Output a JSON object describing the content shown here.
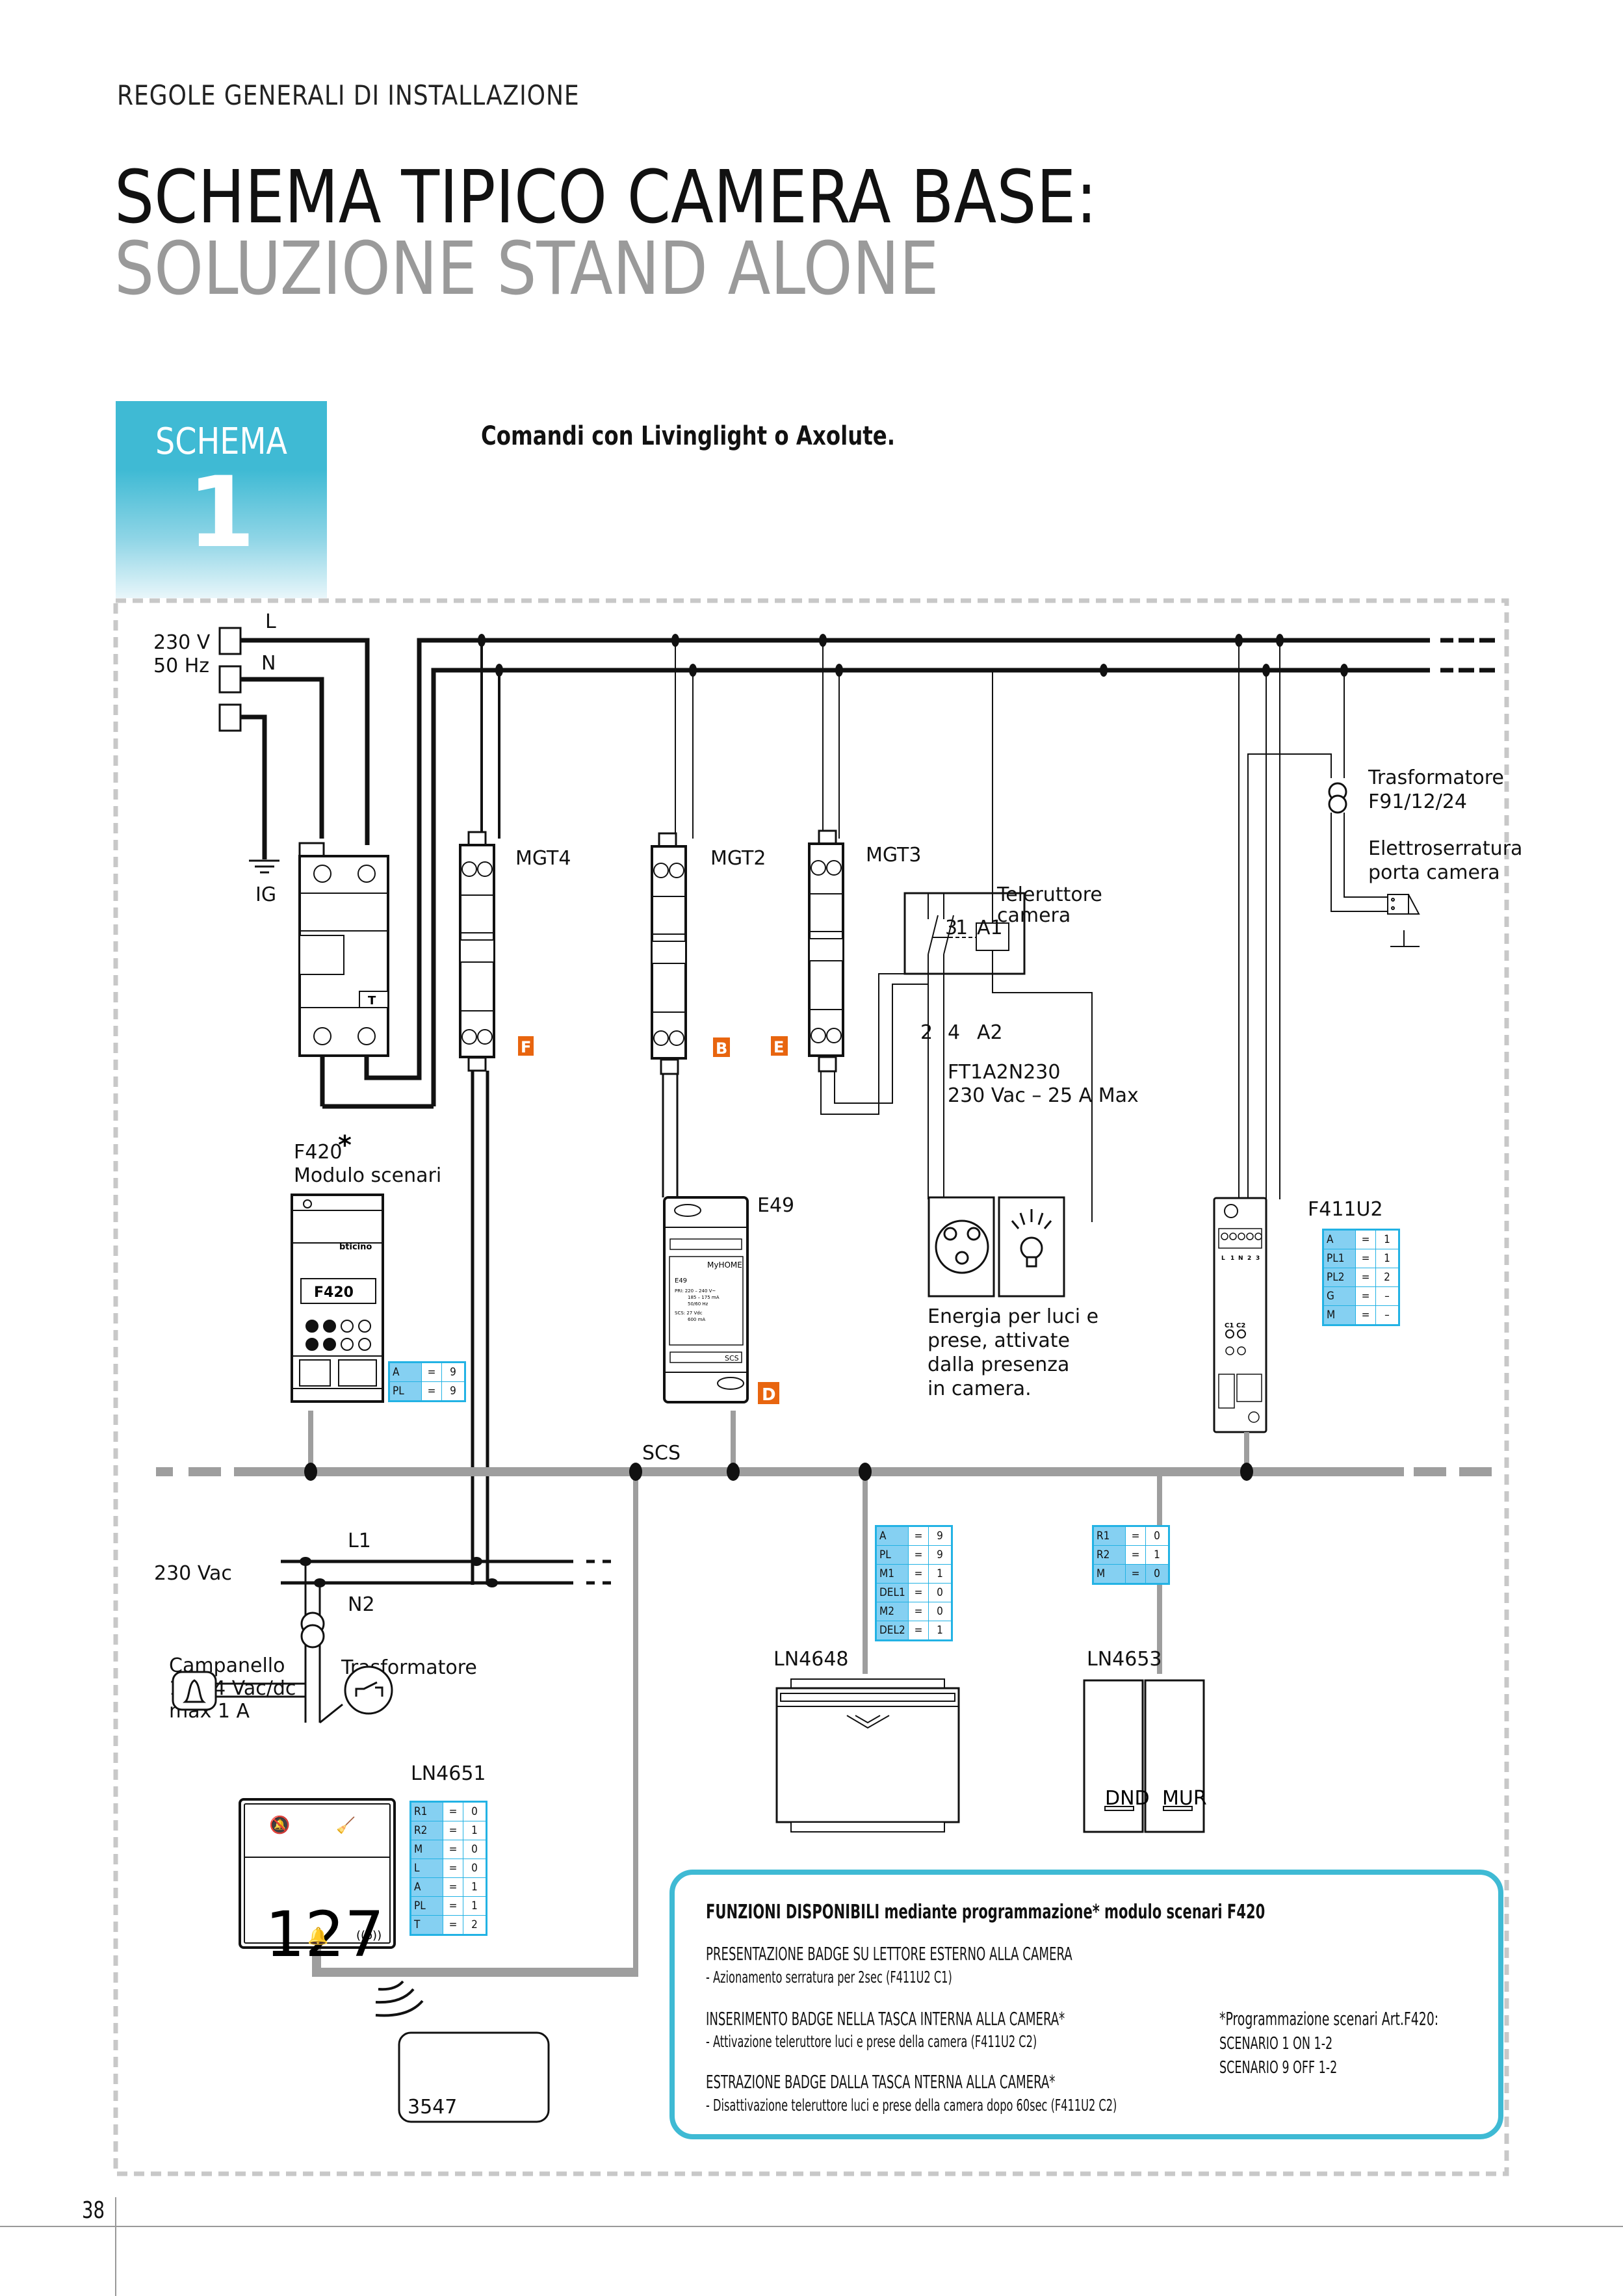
{
  "header": {
    "section": "REGOLE GENERALI DI INSTALLAZIONE",
    "title_line1": "SCHEMA TIPICO CAMERA BASE:",
    "title_line2": "SOLUZIONE STAND ALONE"
  },
  "schema_badge": {
    "word": "SCHEMA",
    "number": "1"
  },
  "subtitle": "Comandi con Livinglight o Axolute.",
  "colors": {
    "accent_cyan": "#3fbad4",
    "param_blue": "#85d0f2",
    "param_border": "#22b2e4",
    "marker_orange": "#e8650f",
    "bus_gray": "#9e9e9e",
    "frame_gray": "#c8c8c8"
  },
  "supply": {
    "voltage": "230 V",
    "frequency": "50 Hz",
    "line_L": "L",
    "line_N": "N",
    "ground_label": "IG"
  },
  "breakers": [
    {
      "id": "MGT4",
      "marker": "F"
    },
    {
      "id": "MGT2",
      "marker": "B"
    },
    {
      "id": "MGT3",
      "marker": "E"
    }
  ],
  "rcd_test_label": "T",
  "contactor": {
    "title_line1": "Teleruttore",
    "title_line2": "camera",
    "terminals": [
      "1",
      "3",
      "A1",
      "2",
      "4",
      "A2"
    ],
    "model": "FT1A2N230",
    "rating": "230 Vac – 25 A Max"
  },
  "lock": {
    "transformer_line1": "Trasformatore",
    "transformer_line2": "F91/12/24",
    "lock_line1": "Elettroserratura",
    "lock_line2": "porta camera"
  },
  "f420": {
    "title": "F420",
    "asterisk": "*",
    "subtitle": "Modulo scenari",
    "front_label": "F420",
    "params": [
      {
        "k": "A",
        "v": "9"
      },
      {
        "k": "PL",
        "v": "9"
      }
    ]
  },
  "e49": {
    "title": "E49",
    "marker": "D",
    "brand": "MyHOME",
    "front_model": "E49",
    "pri_lines": [
      "PRI:  220 – 240 V~",
      "185 –  175 mA",
      "50/60 Hz"
    ],
    "scs_lines": [
      "SCS:  27 Vdc",
      "600 mA"
    ],
    "scs_label": "SCS"
  },
  "loads": {
    "caption": [
      "Energia per luci e",
      "prese, attivate",
      "dalla presenza",
      "in camera."
    ]
  },
  "f411u2": {
    "title": "F411U2",
    "terminals": [
      "L",
      "1",
      "N",
      "2",
      "3"
    ],
    "connectors": [
      "C1",
      "C2"
    ],
    "params": [
      {
        "k": "A",
        "v": "1"
      },
      {
        "k": "PL1",
        "v": "1"
      },
      {
        "k": "PL2",
        "v": "2"
      },
      {
        "k": "G",
        "v": "–"
      },
      {
        "k": "M",
        "v": "–"
      }
    ]
  },
  "bus": {
    "label": "SCS"
  },
  "secondary_supply": {
    "voltage": "230 Vac",
    "line_L1": "L1",
    "line_N2": "N2",
    "transformer": "Trasformatore",
    "bell_line1": "Campanello",
    "bell_line2": "12-24 Vac/dc",
    "bell_line3": "max 1 A"
  },
  "ln4651": {
    "title": "LN4651",
    "room_number": "127",
    "params": [
      {
        "k": "R1",
        "v": "0"
      },
      {
        "k": "R2",
        "v": "1"
      },
      {
        "k": "M",
        "v": "0"
      },
      {
        "k": "L",
        "v": "0"
      },
      {
        "k": "A",
        "v": "1"
      },
      {
        "k": "PL",
        "v": "1"
      },
      {
        "k": "T",
        "v": "2"
      }
    ]
  },
  "badge_card": {
    "code": "3547"
  },
  "ln4648": {
    "title": "LN4648",
    "params": [
      {
        "k": "A",
        "v": "9"
      },
      {
        "k": "PL",
        "v": "9"
      },
      {
        "k": "M1",
        "v": "1"
      },
      {
        "k": "DEL1",
        "v": "0"
      },
      {
        "k": "M2",
        "v": "0"
      },
      {
        "k": "DEL2",
        "v": "1"
      }
    ]
  },
  "ln4653": {
    "title": "LN4653",
    "button_left": "DND",
    "button_right": "MUR",
    "params": [
      {
        "k": "R1",
        "v": "0"
      },
      {
        "k": "R2",
        "v": "1"
      },
      {
        "k": "M",
        "v": "0"
      }
    ]
  },
  "functions_box": {
    "title": "FUNZIONI DISPONIBILI mediante programmazione* modulo scenari F420",
    "items": [
      {
        "heading": "PRESENTAZIONE BADGE SU LETTORE ESTERNO ALLA CAMERA",
        "desc": "- Azionamento serratura per 2sec (F411U2 C1)"
      },
      {
        "heading": "INSERIMENTO BADGE NELLA TASCA INTERNA ALLA CAMERA*",
        "desc": "- Attivazione teleruttore luci e prese della camera (F411U2 C2)"
      },
      {
        "heading": "ESTRAZIONE BADGE DALLA TASCA NTERNA ALLA CAMERA*",
        "desc": "- Disattivazione teleruttore luci e prese della camera dopo 60sec (F411U2 C2)"
      }
    ],
    "note_title": "*Programmazione scenari Art.F420:",
    "note_lines": [
      "SCENARIO 1  ON 1-2",
      "SCENARIO 9  OFF 1-2"
    ]
  },
  "footer": {
    "page_number": "38"
  }
}
